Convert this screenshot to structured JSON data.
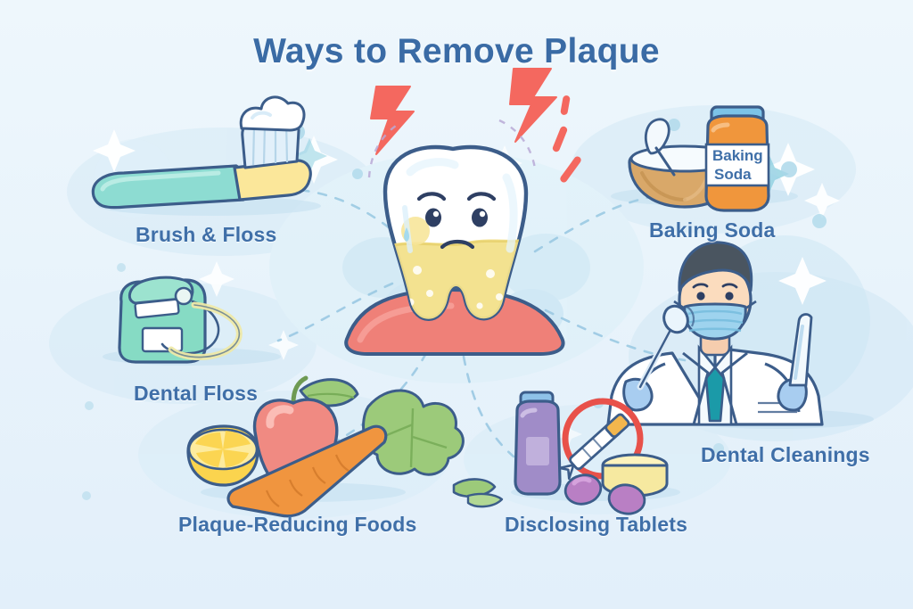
{
  "page": {
    "title": "Ways to Remove Plaque",
    "background_color": "#e9f4fb",
    "title_color": "#3a6ba5",
    "label_color": "#3f6fa8"
  },
  "center": {
    "subject": "sad-tooth-with-plaque",
    "tooth_color": "#ffffff",
    "plaque_color": "#f2e08a",
    "gum_color": "#ef8078",
    "pain_bolt_color": "#f4685f"
  },
  "items": [
    {
      "id": "brush-floss",
      "label": "Brush & Floss",
      "icon": "toothbrush-icon",
      "colors": {
        "handle": "#7fd4cb",
        "head": "#fbe79a",
        "bristles": "#d7e9f6",
        "paste": "#ffffff"
      }
    },
    {
      "id": "dental-floss",
      "label": "Dental Floss",
      "icon": "floss-container-icon",
      "colors": {
        "box": "#86dbc4",
        "label": "#ffffff",
        "thread": "#eee9a8"
      }
    },
    {
      "id": "plaque-reducing-foods",
      "label": "Plaque-Reducing Foods",
      "icon": "fruits-vegetables-icon",
      "colors": {
        "apple": "#f08a82",
        "lemon": "#fbd44e",
        "carrot": "#f0953f",
        "greens": "#9cca7a"
      }
    },
    {
      "id": "disclosing-tablets",
      "label": "Disclosing Tablets",
      "icon": "disclosing-tablets-icon",
      "colors": {
        "bottle": "#a08cc8",
        "cap": "#8fc2e8",
        "tablet": "#f6e9a0",
        "pill": "#b97fc4",
        "prohibition": "#e8514a"
      }
    },
    {
      "id": "baking-soda",
      "label": "Baking Soda",
      "icon": "baking-soda-jar-icon",
      "jar_label_line1": "Baking",
      "jar_label_line2": "Soda",
      "colors": {
        "jar": "#f0963c",
        "cap": "#7cc3e8",
        "bowl": "#d9a869",
        "powder": "#f4fafd"
      }
    },
    {
      "id": "dental-cleanings",
      "label": "Dental Cleanings",
      "icon": "dentist-icon",
      "colors": {
        "coat": "#ffffff",
        "mask": "#9ed3ee",
        "tie": "#1b9aa8",
        "gloves": "#a8cdf0",
        "hair": "#4a5560"
      }
    }
  ],
  "decor": {
    "connector_style": "dashed-curve",
    "connector_color": "#9ecbe4",
    "sparkle_color": "#ffffff",
    "dot_color": "#a7d6e8"
  }
}
